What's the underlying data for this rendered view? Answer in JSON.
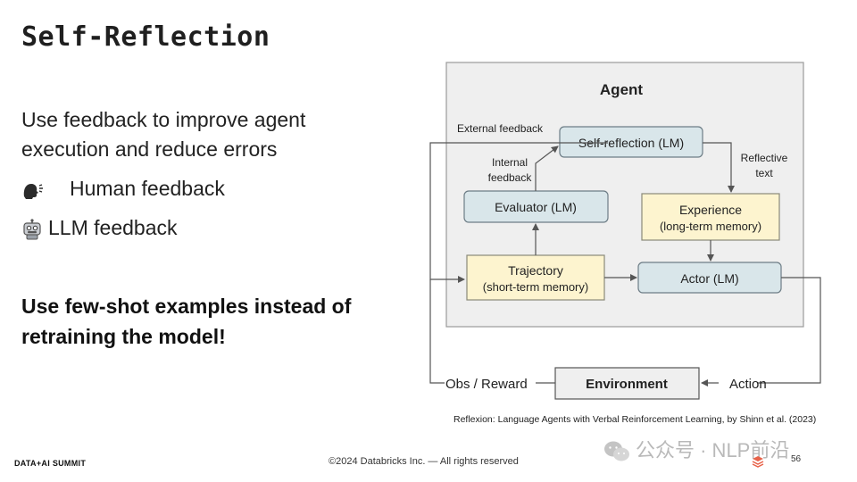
{
  "slide": {
    "title": "Self-Reflection",
    "intro": "Use feedback to improve agent execution and reduce errors",
    "bullets": [
      {
        "icon": "speaking-head-icon",
        "text": "Human feedback"
      },
      {
        "icon": "robot-icon",
        "text": "LLM feedback"
      }
    ],
    "callout": "Use few-shot examples instead of retraining the model!",
    "caption": "Reflexion: Language Agents with Verbal Reinforcement Learning, by Shinn et al. (2023)",
    "footer_brand": "DATA+AI SUMMIT",
    "footer_copyright": "©2024 Databricks Inc. — All rights reserved",
    "page_number": "56",
    "watermark": "公众号 · NLP前沿"
  },
  "diagram": {
    "container_label": "Agent",
    "nodes": {
      "self_reflection": "Self-reflection (LM)",
      "evaluator": "Evaluator (LM)",
      "experience_title": "Experience",
      "experience_sub": "(long-term memory)",
      "trajectory_title": "Trajectory",
      "trajectory_sub": "(short-term memory)",
      "actor": "Actor (LM)",
      "environment": "Environment"
    },
    "edge_labels": {
      "external_feedback": "External feedback",
      "internal_feedback_1": "Internal",
      "internal_feedback_2": "feedback",
      "reflective_text_1": "Reflective",
      "reflective_text_2": "text",
      "obs_reward": "Obs / Reward",
      "action": "Action"
    },
    "colors": {
      "agent_bg": "#efefef",
      "lm_box": "#d9e6ea",
      "memory_box": "#fdf4cf",
      "environment_box": "#efefef",
      "line": "#555555"
    }
  }
}
